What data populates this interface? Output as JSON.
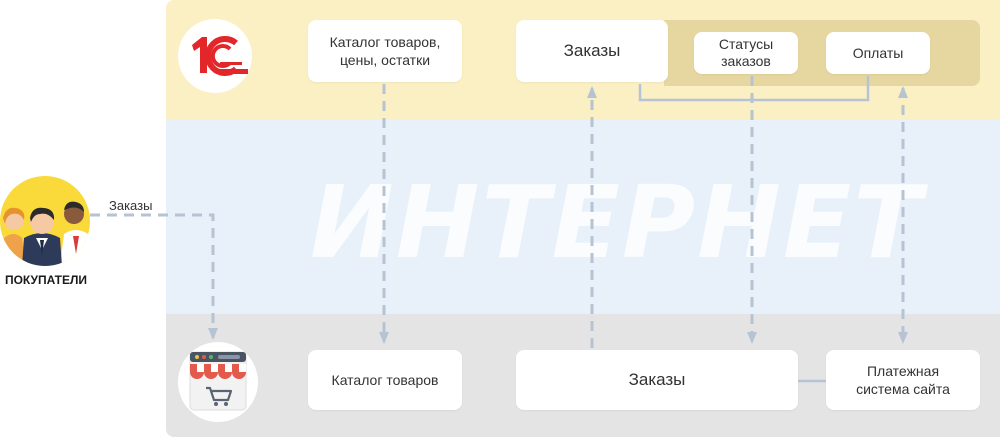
{
  "watermark": "ИНТЕРНЕТ",
  "top": {
    "logo_text": "1С",
    "catalog_prices_stock": "Каталог товаров,\nцены, остатки",
    "orders": "Заказы",
    "order_statuses": "Статусы\nзаказов",
    "payments": "Оплаты"
  },
  "bottom": {
    "catalog": "Каталог товаров",
    "orders": "Заказы",
    "payment_system": "Платежная\nсистема сайта"
  },
  "buyers": {
    "label": "ПОКУПАТЕЛИ",
    "orders_label": "Заказы"
  },
  "colors": {
    "top_band": "#fbefc4",
    "middle_band": "#e8f1fa",
    "bottom_band": "#e4e4e4",
    "arrow": "#b6c3d3",
    "logo_red": "#e3262a"
  }
}
